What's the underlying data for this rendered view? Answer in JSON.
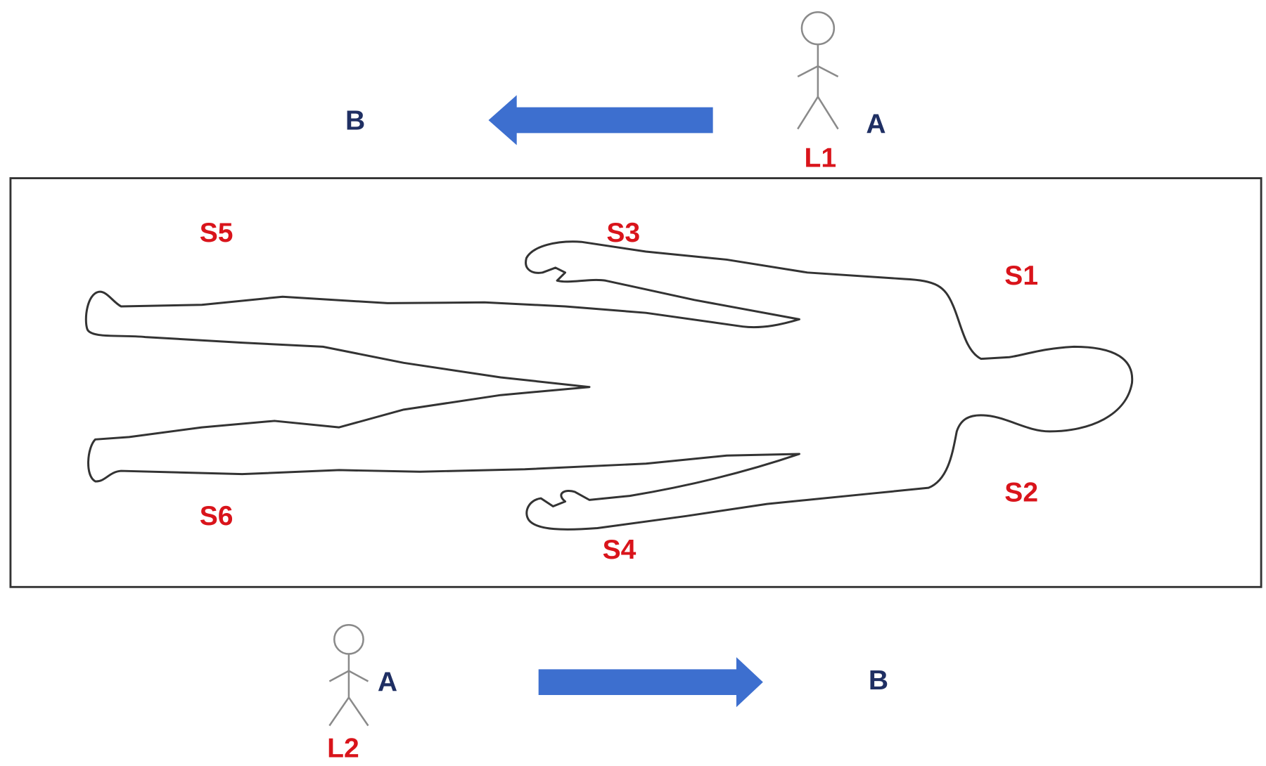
{
  "top": {
    "destination": "B",
    "origin": "A",
    "lane": "L1"
  },
  "bottom": {
    "destination": "B",
    "origin": "A",
    "lane": "L2"
  },
  "sectors": [
    "S1",
    "S2",
    "S3",
    "S4",
    "S5",
    "S6"
  ],
  "colors": {
    "arrow": "#3d6fcf",
    "sector_label": "#d9141b",
    "point_label": "#1f2f63"
  }
}
